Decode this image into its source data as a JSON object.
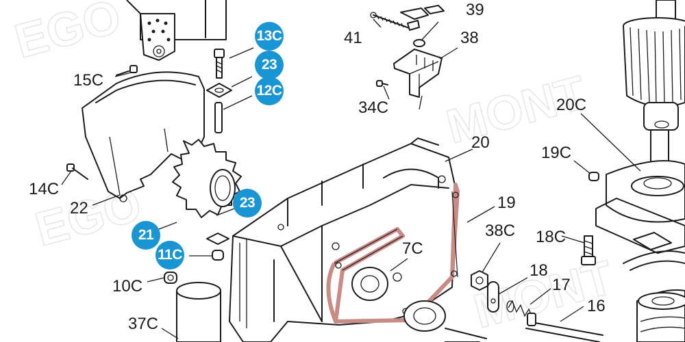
{
  "callouts": {
    "c13C": "13C",
    "c23a": "23",
    "c12C": "12C",
    "c23b": "23",
    "c21": "21",
    "c11C": "11C"
  },
  "labels": {
    "l39": "39",
    "l41": "41",
    "l38": "38",
    "l15C": "15C",
    "l34C": "34C",
    "l20C": "20C",
    "l20": "20",
    "l19C": "19C",
    "l14C": "14C",
    "l19": "19",
    "l22": "22",
    "l38C": "38C",
    "l18C": "18C",
    "l7C": "7C",
    "l18": "18",
    "l10C": "10C",
    "l17": "17",
    "l16": "16",
    "l37C": "37C"
  },
  "colors": {
    "callout": "#1a95d4",
    "gasket": "#c98b85",
    "ink": "#1a1a1a"
  }
}
